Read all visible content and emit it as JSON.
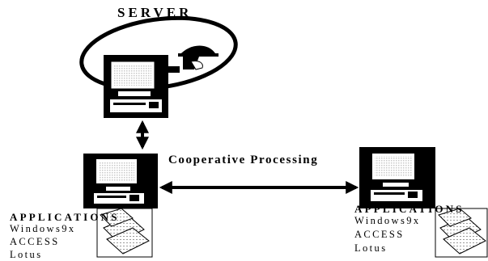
{
  "diagram": {
    "server_label": "SERVER",
    "link_label": "Cooperative Processing",
    "left_client": {
      "heading": "APPLICATIONS",
      "items": [
        "Windows9x",
        "ACCESS",
        "Lotus"
      ]
    },
    "right_client": {
      "heading": "APPLICATIONS",
      "items": [
        "Windows9x",
        "ACCESS",
        "Lotus"
      ]
    },
    "icons": {
      "computer": "computer-icon",
      "server_hand": "server-hand-icon",
      "documents": "documents-icon"
    },
    "colors": {
      "ink": "#000000",
      "screen": "#d8d8d8",
      "background": "#ffffff"
    }
  }
}
